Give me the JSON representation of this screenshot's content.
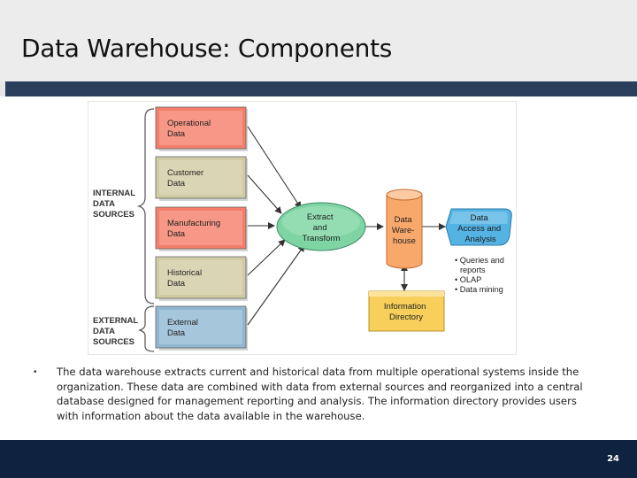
{
  "slide": {
    "title": "Data Warehouse: Components",
    "bullet_symbol": "•",
    "body": "The data warehouse extracts current and historical data from multiple operational systems inside the organization. These data are combined with data from external sources and reorganized into a central database designed for management reporting and analysis. The information directory provides users with information about the data available in the warehouse.",
    "page_number": "24"
  },
  "diagram": {
    "internal_label": [
      "INTERNAL",
      "DATA",
      "SOURCES"
    ],
    "external_label": [
      "EXTERNAL",
      "DATA",
      "SOURCES"
    ],
    "sources": [
      {
        "lines": [
          "Operational",
          "Data"
        ],
        "fill": "#f47d6b",
        "top": "#fbb8aa"
      },
      {
        "lines": [
          "Customer",
          "Data"
        ],
        "fill": "#cfcba4",
        "top": "#e6e3c8"
      },
      {
        "lines": [
          "Manufacturing",
          "Data"
        ],
        "fill": "#f47d6b",
        "top": "#fbb8aa"
      },
      {
        "lines": [
          "Historical",
          "Data"
        ],
        "fill": "#cfcba4",
        "top": "#e6e3c8"
      },
      {
        "lines": [
          "External",
          "Data"
        ],
        "fill": "#8fb7cf",
        "top": "#c2dae8"
      }
    ],
    "etl": {
      "lines": [
        "Extract",
        "and",
        "Transform"
      ],
      "fill": "#7fd4a3"
    },
    "warehouse": {
      "lines": [
        "Data",
        "Ware-",
        "house"
      ],
      "fill": "#f9a86b"
    },
    "access": {
      "lines": [
        "Data",
        "Access and",
        "Analysis"
      ],
      "fill": "#55b3e4"
    },
    "access_items": [
      "• Queries and",
      "reports",
      "• OLAP",
      "• Data mining"
    ],
    "directory": {
      "lines": [
        "Information",
        "Directory"
      ],
      "fill": "#f7cf5a"
    }
  },
  "colors": {
    "title_rule": "#2b3f5c",
    "footer": "#0f2340",
    "arrow": "#333333"
  }
}
